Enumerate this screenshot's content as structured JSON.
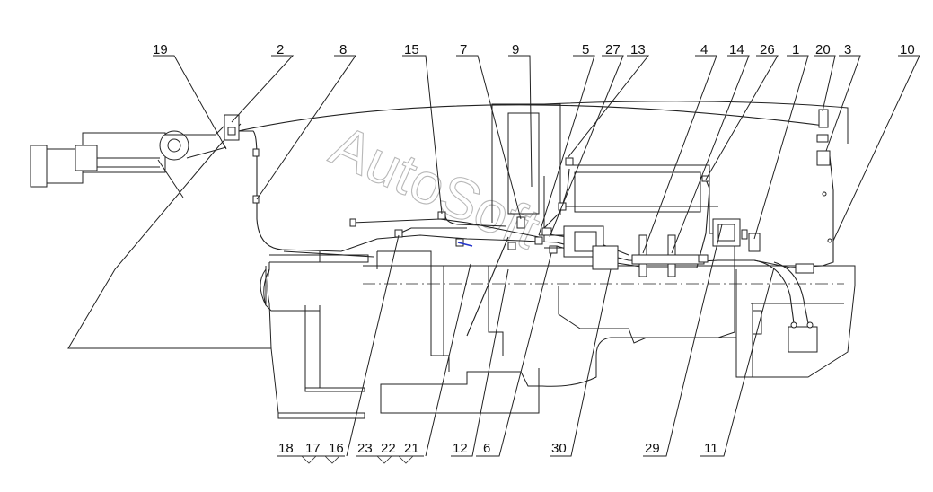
{
  "watermark": "AutoSoft",
  "callouts": {
    "top": [
      "19",
      "2",
      "8",
      "15",
      "7",
      "9",
      "5",
      "27",
      "13",
      "4",
      "14",
      "26",
      "1",
      "20",
      "3",
      "10"
    ],
    "bottom": [
      "18",
      "17",
      "16",
      "23",
      "22",
      "21",
      "12",
      "6",
      "30",
      "29",
      "11"
    ]
  },
  "accent_color": "#2233cc"
}
